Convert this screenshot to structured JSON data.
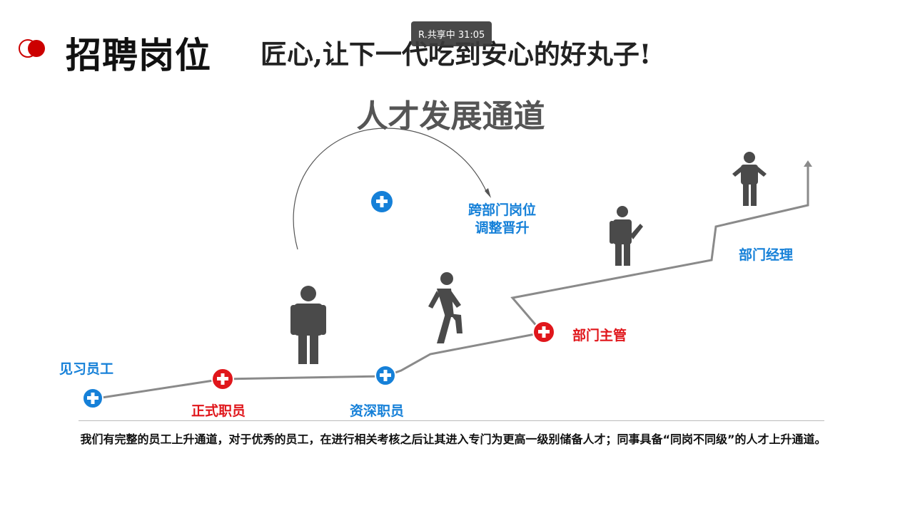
{
  "header": {
    "title": "招聘岗位",
    "slogan": "匠心,让下一代吃到安心的好丸子!"
  },
  "share_badge": "R.共享中 31:05",
  "diagram": {
    "heading": "人才发展通道",
    "stages": [
      {
        "label": "见习员工",
        "color": "#1580d8"
      },
      {
        "label": "正式职员",
        "color": "#e0161b"
      },
      {
        "label": "资深职员",
        "color": "#1580d8"
      },
      {
        "label": "部门主管",
        "color": "#e0161b"
      },
      {
        "label": "部门经理",
        "color": "#1580d8"
      }
    ],
    "cross_line1": "跨部门岗位",
    "cross_line2": "调整晋升"
  },
  "description": "我们有完整的员工上升通道，对于优秀的员工，在进行相关考核之后让其进入专门为更高一级别储备人才；同事具备“同岗不同级”的人才上升通道。"
}
